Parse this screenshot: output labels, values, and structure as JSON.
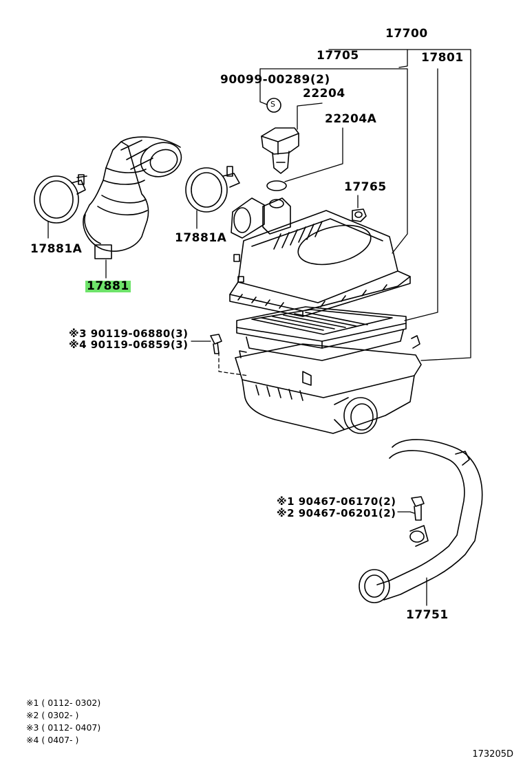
{
  "labels": {
    "p17700": "17700",
    "p17705": "17705",
    "p17801": "17801",
    "p90099": "90099-00289(2)",
    "p22204": "22204",
    "p22204a": "22204A",
    "p17765": "17765",
    "p17881a_left": "17881A",
    "p17881a_right": "17881A",
    "p17881": "17881",
    "p90119a": "※3 90119-06880(3)",
    "p90119b": "※4 90119-06859(3)",
    "p90467a": "※1 90467-06170(2)",
    "p90467b": "※2 90467-06201(2)",
    "p17751": "17751",
    "s_symbol": "S"
  },
  "notes": [
    "※1 ( 0112- 0302)",
    "※2 ( 0302-       )",
    "※3 ( 0112- 0407)",
    "※4 ( 0407-       )"
  ],
  "diagram_code": "173205D",
  "colors": {
    "highlight": "#6ee36a",
    "ink": "#000000"
  }
}
